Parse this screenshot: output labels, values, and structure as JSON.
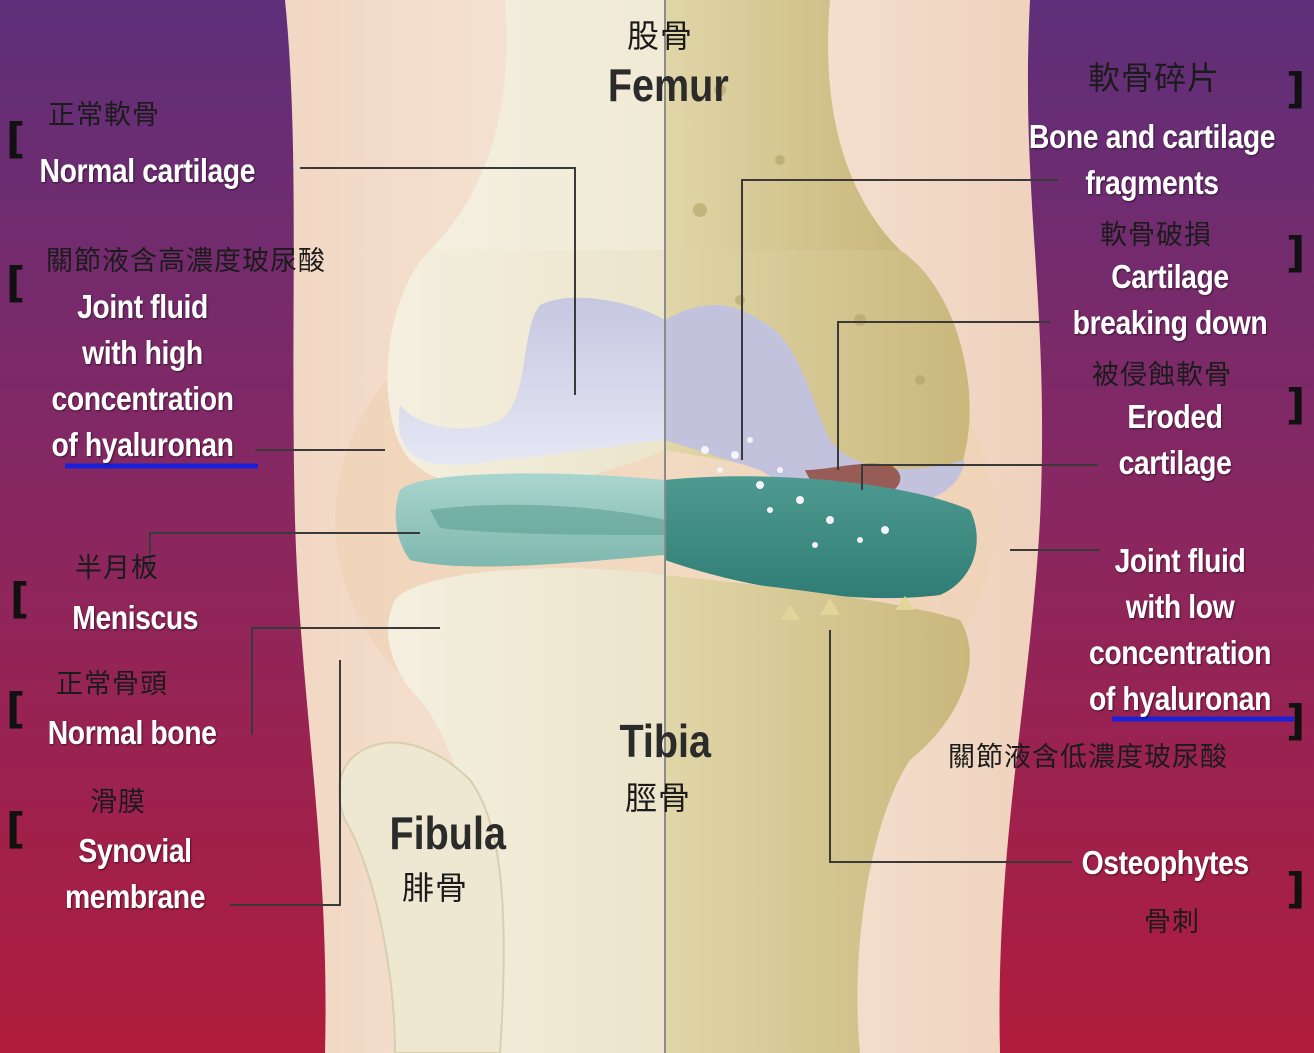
{
  "labels": {
    "femur_zh": "股骨",
    "femur_en": "Femur",
    "tibia_en": "Tibia",
    "tibia_zh": "脛骨",
    "fibula_en": "Fibula",
    "fibula_zh": "腓骨",
    "normal_cartilage_zh": "正常軟骨",
    "normal_cartilage_en": "Normal cartilage",
    "joint_fluid_high_zh": "關節液含高濃度玻尿酸",
    "joint_fluid_high_en": [
      "Joint fluid",
      "with high",
      "concentration",
      "of hyaluronan"
    ],
    "meniscus_zh": "半月板",
    "meniscus_en": "Meniscus",
    "normal_bone_zh": "正常骨頭",
    "normal_bone_en": "Normal bone",
    "synovial_zh": "滑膜",
    "synovial_en": [
      "Synovial",
      "membrane"
    ],
    "fragments_zh": "軟骨碎片",
    "fragments_en": [
      "Bone and cartilage",
      "fragments"
    ],
    "breaking_zh": "軟骨破損",
    "breaking_en": [
      "Cartilage",
      "breaking down"
    ],
    "eroded_zh": "被侵蝕軟骨",
    "eroded_en": [
      "Eroded",
      "cartilage"
    ],
    "joint_fluid_low_en": [
      "Joint fluid",
      "with low",
      "concentration",
      "of hyaluronan"
    ],
    "joint_fluid_low_zh": "關節液含低濃度玻尿酸",
    "osteophytes_en": "Osteophytes",
    "osteophytes_zh": "骨刺"
  },
  "colors": {
    "side_top": "#5e2f7a",
    "side_bottom": "#b01c3c",
    "underline": "#1a20d8",
    "leader": "#3a3a3a",
    "cartilage": "#cfd0e6",
    "meniscus": "#7fb8ae"
  }
}
